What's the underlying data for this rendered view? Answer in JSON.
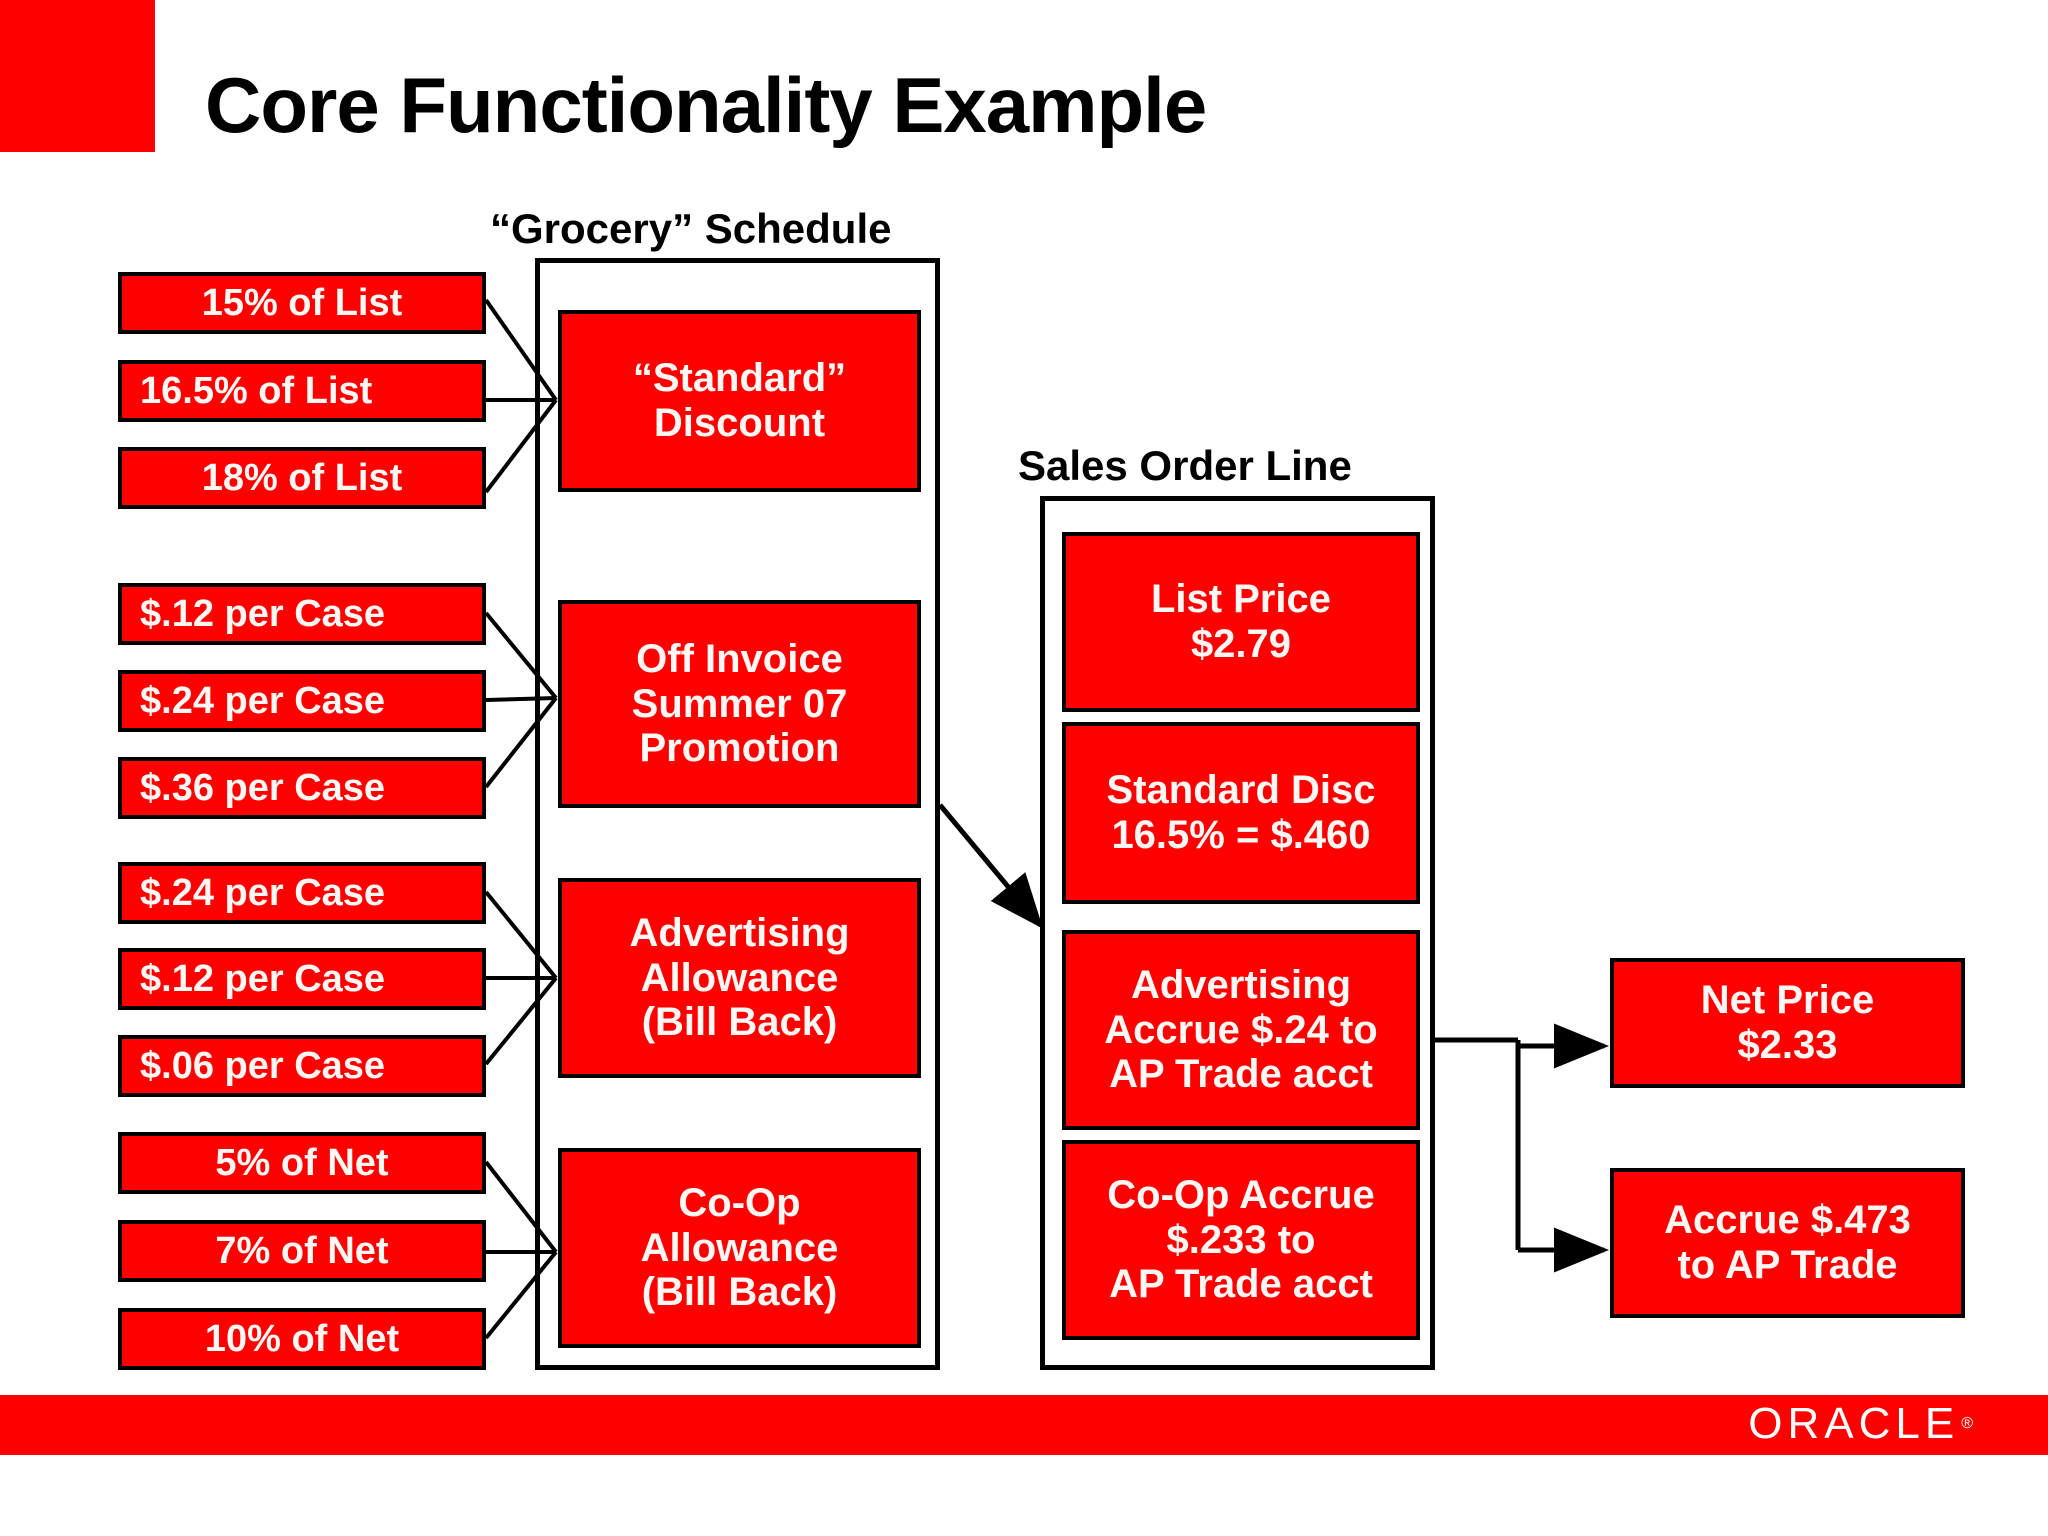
{
  "slide": {
    "title": "Core Functionality Example",
    "brand_color": "#FF0000",
    "text_color_on_red": "#FFF8F5"
  },
  "headings": {
    "grocery_schedule": "“Grocery” Schedule",
    "sales_order_line": "Sales Order Line"
  },
  "left_column": {
    "groups": [
      {
        "name": "standard-discount-options",
        "items": [
          {
            "label": "15% of List",
            "align": "center"
          },
          {
            "label": "16.5% of List",
            "align": "left"
          },
          {
            "label": "18% of List",
            "align": "center"
          }
        ]
      },
      {
        "name": "off-invoice-promotion-options",
        "items": [
          {
            "label": "$.12 per Case",
            "align": "left"
          },
          {
            "label": "$.24 per Case",
            "align": "left"
          },
          {
            "label": "$.36 per Case",
            "align": "left"
          }
        ]
      },
      {
        "name": "advertising-allowance-options",
        "items": [
          {
            "label": "$.24 per Case",
            "align": "left"
          },
          {
            "label": "$.12 per Case",
            "align": "left"
          },
          {
            "label": "$.06 per Case",
            "align": "left"
          }
        ]
      },
      {
        "name": "co-op-allowance-options",
        "items": [
          {
            "label": "5% of Net",
            "align": "center"
          },
          {
            "label": "7% of Net",
            "align": "center"
          },
          {
            "label": "10% of Net",
            "align": "center"
          }
        ]
      }
    ]
  },
  "grocery_schedule": {
    "cards": [
      {
        "name": "standard-discount",
        "label": "“Standard”\nDiscount"
      },
      {
        "name": "off-invoice-promo",
        "label": "Off Invoice\nSummer 07\nPromotion"
      },
      {
        "name": "advertising-allowance",
        "label": "Advertising\nAllowance\n(Bill Back)"
      },
      {
        "name": "co-op-allowance",
        "label": "Co-Op\nAllowance\n(Bill Back)"
      }
    ]
  },
  "sales_order_line": {
    "cards": [
      {
        "name": "list-price",
        "label": "List Price\n$2.79"
      },
      {
        "name": "standard-disc",
        "label": "Standard Disc\n16.5% = $.460"
      },
      {
        "name": "advertising-accrue",
        "label": "Advertising\nAccrue $.24 to\nAP Trade acct"
      },
      {
        "name": "co-op-accrue",
        "label": "Co-Op Accrue\n$.233 to\nAP Trade acct"
      }
    ]
  },
  "results": {
    "cards": [
      {
        "name": "net-price",
        "label": "Net Price\n$2.33"
      },
      {
        "name": "accrue-ap-trade",
        "label": "Accrue $.473\nto AP Trade"
      }
    ]
  },
  "footer": {
    "logo_text": "ORACLE",
    "registered_mark": "®"
  }
}
